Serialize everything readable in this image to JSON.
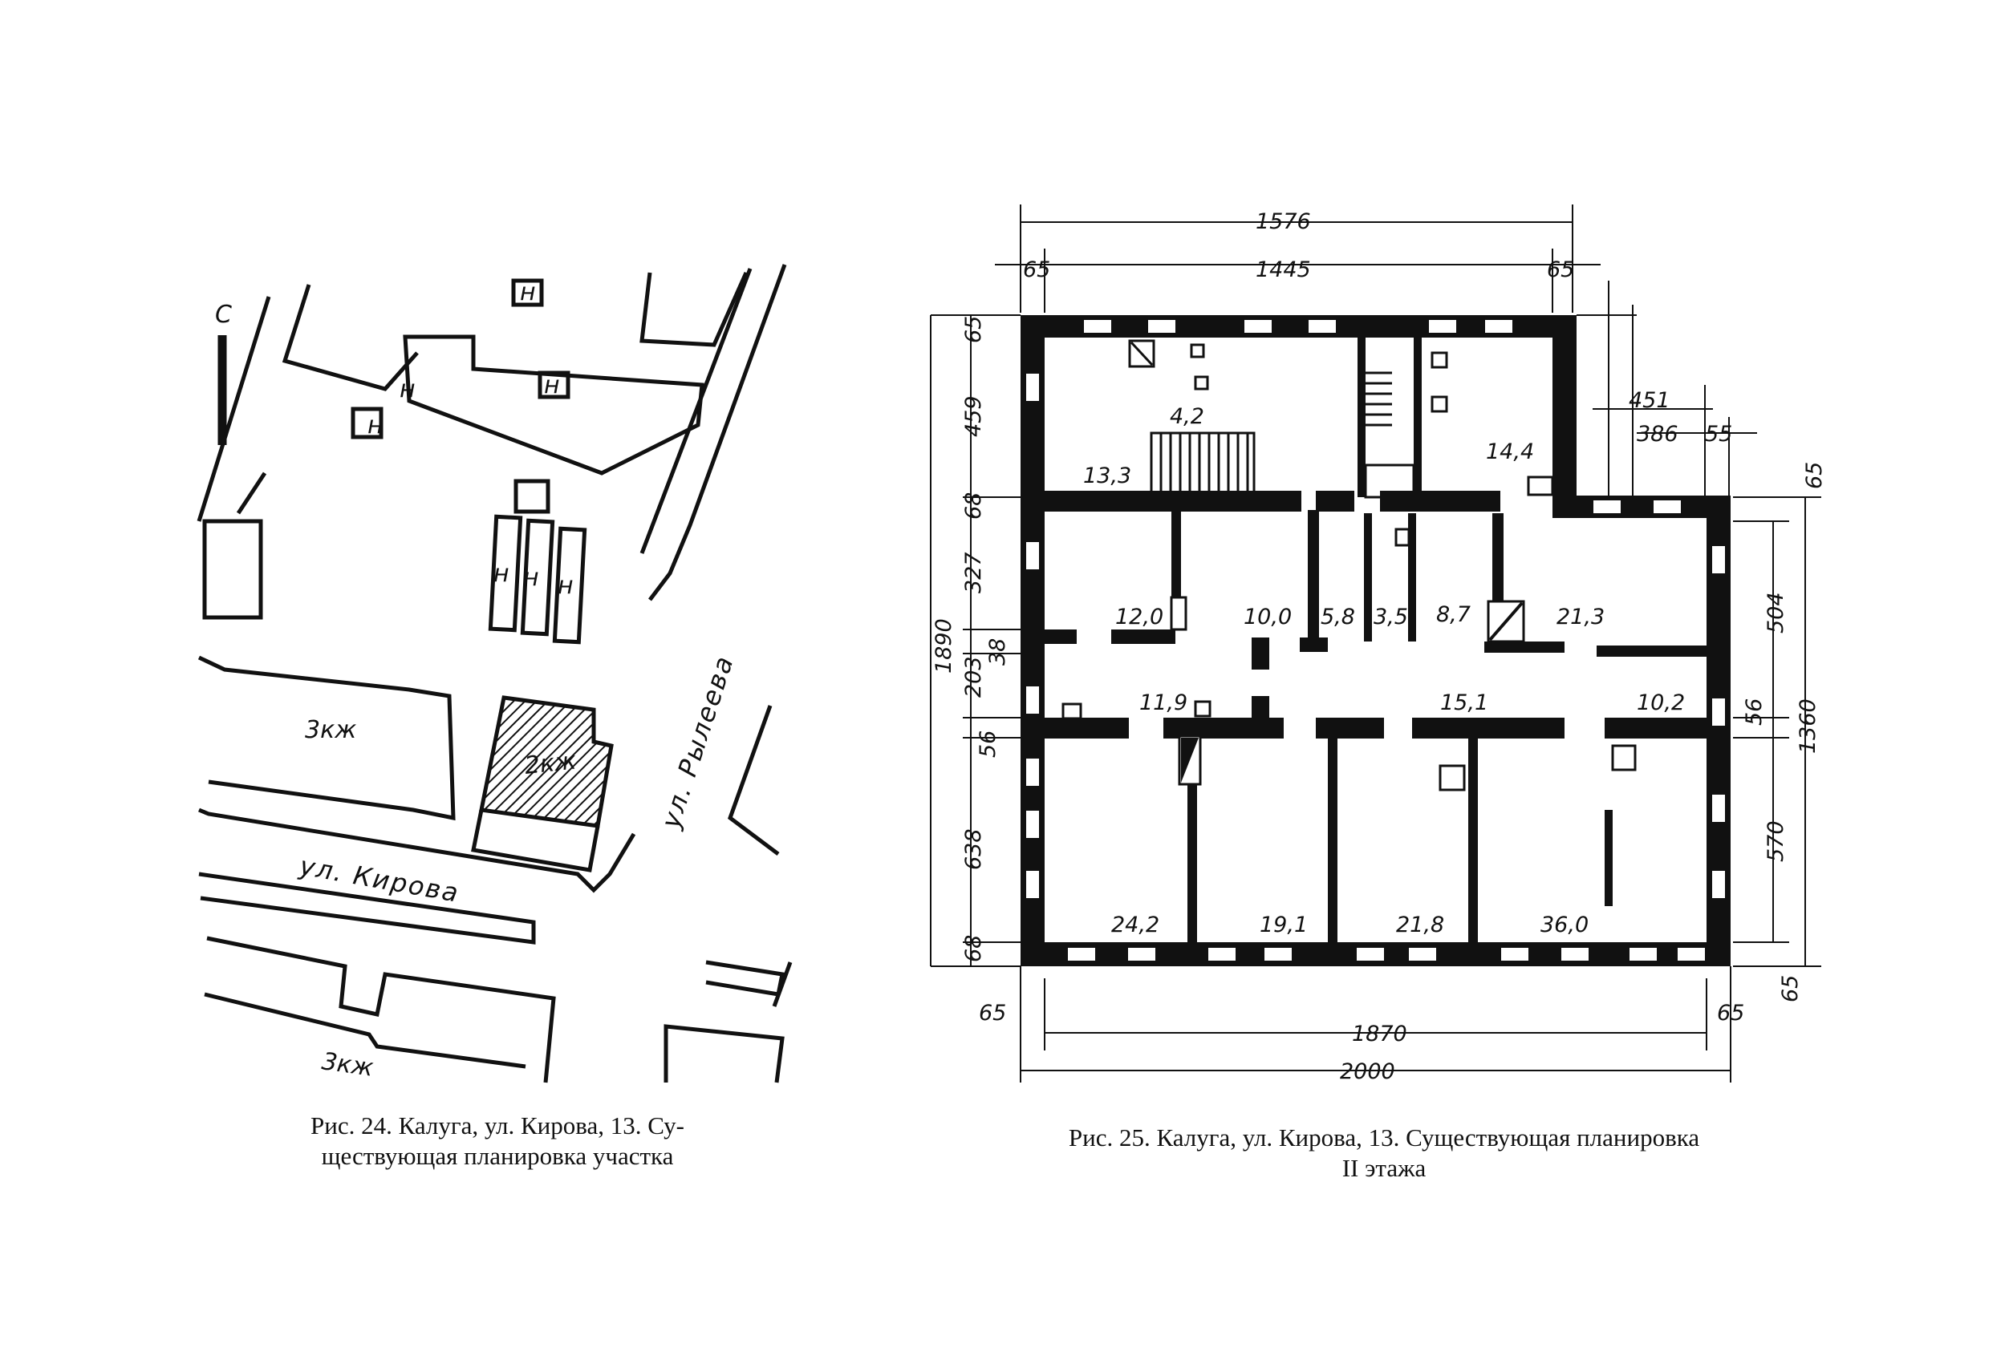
{
  "figure24": {
    "caption_line1": "Рис. 24. Калуга, ул. Кирова, 13. Су-",
    "caption_line2": "ществующая планировка участка",
    "labels": {
      "north": "С",
      "building_3kzh_a": "3кж",
      "building_2kzh": "2кж",
      "building_3kzh_b": "3кж",
      "street_kirova": "ул. Кирова",
      "street_ryleeva": "ул. Рылеева",
      "n_mark": "н"
    }
  },
  "figure25": {
    "caption_line1": "Рис. 25. Калуга, ул. Кирова, 13. Существующая планировка",
    "caption_line2": "II этажа",
    "dimensions_top": {
      "overall": "1576",
      "inner": "1445",
      "left": "65",
      "right": "65"
    },
    "dimensions_right_wing": {
      "a": "451",
      "b": "386",
      "c": "55"
    },
    "dimensions_left": {
      "total": "1890",
      "d1": "65",
      "d2": "459",
      "d3": "68",
      "d4": "327",
      "d5": "38",
      "d6": "203",
      "d7": "56",
      "d8": "638",
      "d9": "68"
    },
    "dimensions_right": {
      "total": "1360",
      "d1": "65",
      "d2": "504",
      "d3": "56",
      "d4": "570",
      "d5": "65"
    },
    "dimensions_bottom": {
      "left": "65",
      "inner": "1870",
      "overall": "2000",
      "right": "65"
    },
    "room_areas": {
      "r_4_2": "4,2",
      "r_13_3": "13,3",
      "r_14_4": "14,4",
      "r_12_0": "12,0",
      "r_10_0": "10,0",
      "r_5_8": "5,8",
      "r_3_5": "3,5",
      "r_8_7": "8,7",
      "r_21_3": "21,3",
      "r_11_9": "11,9",
      "r_15_1": "15,1",
      "r_10_2": "10,2",
      "r_24_2": "24,2",
      "r_19_1": "19,1",
      "r_21_8": "21,8",
      "r_36_0": "36,0"
    }
  }
}
